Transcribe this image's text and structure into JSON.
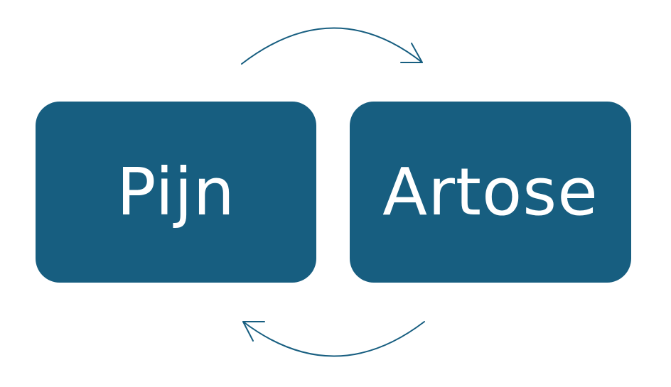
{
  "diagram": {
    "nodes": [
      {
        "id": "pain",
        "label": "Pijn"
      },
      {
        "id": "arthrosis",
        "label": "Artose"
      }
    ],
    "edges": [
      {
        "from": "pain",
        "to": "arthrosis"
      },
      {
        "from": "arthrosis",
        "to": "pain"
      }
    ],
    "colors": {
      "box_fill": "#175e80",
      "box_text": "#ffffff",
      "arrow": "#175e80",
      "background": "#ffffff"
    }
  }
}
